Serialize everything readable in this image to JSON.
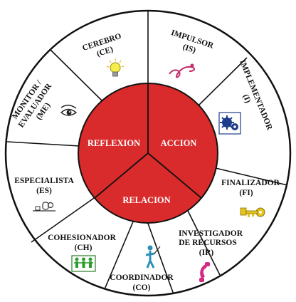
{
  "center": {
    "reflexion": "REFLEXION",
    "accion": "ACCION",
    "relacion": "RELACION",
    "fill": "#d92b2b"
  },
  "roles": [
    {
      "name": "CEREBRO",
      "code": "(CE)",
      "icon": "lightbulb-icon"
    },
    {
      "name": "IMPULSOR",
      "code": "(IS)",
      "icon": "swirl-icon"
    },
    {
      "name": "IMPLEMENTADOR",
      "code": "(I)",
      "icon": "gears-icon"
    },
    {
      "name": "FINALIZADOR",
      "code": "(FI)",
      "icon": "key-icon"
    },
    {
      "name_line1": "INVESTIGADOR",
      "name_line2": "DE RECURSOS",
      "code": "(IR)",
      "icon": "phone-icon"
    },
    {
      "name": "COORDINADOR",
      "code": "(CO)",
      "icon": "conductor-icon"
    },
    {
      "name": "COHESIONADOR",
      "code": "(CH)",
      "icon": "people-icon"
    },
    {
      "name": "ESPECIALISTA",
      "code": "(ES)",
      "icon": "microscope-icon"
    },
    {
      "name_line1": "MONITOR /",
      "name_line2": "EVALUADOR",
      "code": "(ME)",
      "icon": "eye-icon"
    }
  ]
}
